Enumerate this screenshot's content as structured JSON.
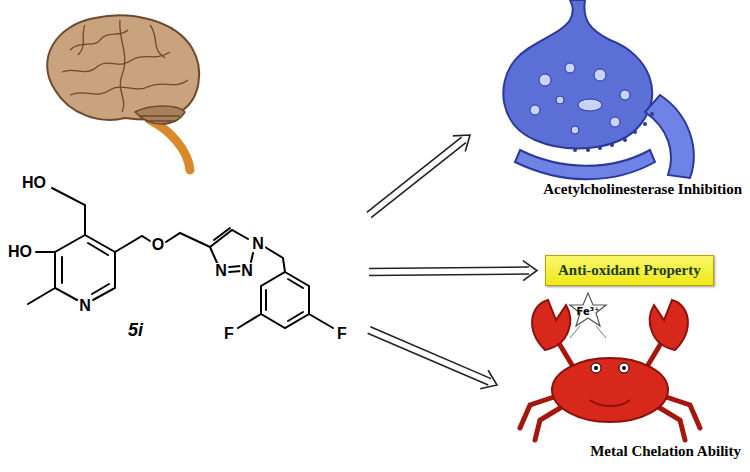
{
  "diagram": {
    "nodes": [
      {
        "text": [
          "5i"
        ]
      },
      {
        "text": [
          "Acetylcholinesterase Inhibition"
        ]
      },
      {
        "text": [
          "Anti-oxidant Property"
        ]
      },
      {
        "text": [
          "Metal Chelation Ability"
        ]
      }
    ],
    "edges": [
      {
        "from": 0,
        "to": 1,
        "arrow": "to"
      },
      {
        "from": 0,
        "to": 2,
        "arrow": "to"
      },
      {
        "from": 0,
        "to": 3,
        "arrow": "to"
      }
    ],
    "labels": [
      "HO",
      "HO",
      "O",
      "N",
      "N",
      "N",
      "N",
      "F",
      "F",
      "Fe³⁺"
    ]
  }
}
